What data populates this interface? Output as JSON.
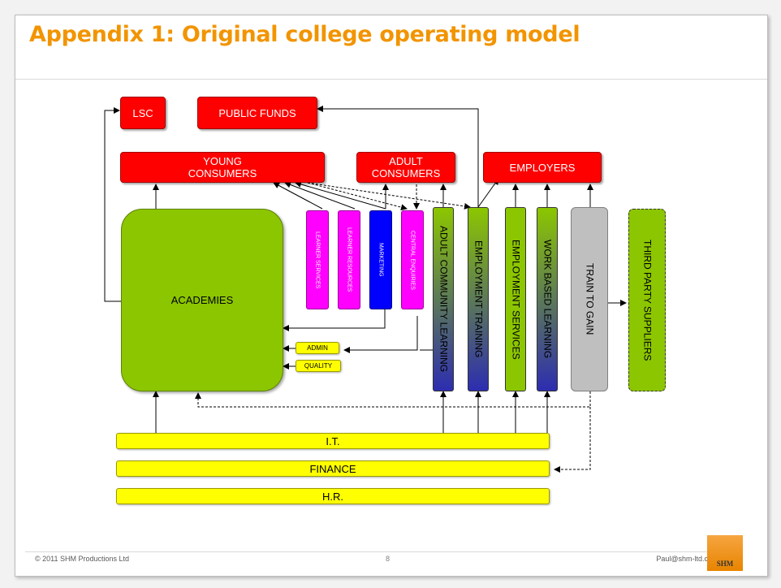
{
  "title": "Appendix 1: Original college operating model",
  "boxes": {
    "lsc": "LSC",
    "public_funds": "PUBLIC FUNDS",
    "young_consumers": "YOUNG\nCONSUMERS",
    "adult_consumers": "ADULT\nCONSUMERS",
    "employers": "EMPLOYERS",
    "academies": "ACADEMIES",
    "learner_services": "LEARNER SERVICES",
    "learner_resources": "LEARNER RESOURCES",
    "marketing": "MARKETING",
    "central_enquiries": "CENTRAL ENQUIRIES",
    "adult_community_learning": "ADULT COMMUNITY LEARNING",
    "employment_training": "EMPLOYMENT TRAINING",
    "employment_services": "EMPLOYMENT SERVICES",
    "work_based_learning": "WORK BASED LEARNING",
    "train_to_gain": "TRAIN TO GAIN",
    "third_party_suppliers": "THIRD PARTY SUPPLIERS",
    "admin": "ADMIN",
    "quality": "QUALITY",
    "it": "I.T.",
    "finance": "FINANCE",
    "hr": "H.R."
  },
  "colors": {
    "title": "#f29400",
    "red": "#ff0000",
    "green": "#8cc600",
    "magenta": "#ff00ff",
    "blue": "#0000ff",
    "yellow": "#ffff00",
    "grey": "#bfbfbf"
  },
  "footer": {
    "copyright": "© 2011 SHM Productions Ltd",
    "page_number": "8",
    "email": "Paul@shm-ltd.co.uk",
    "logo_text": "SHM"
  }
}
